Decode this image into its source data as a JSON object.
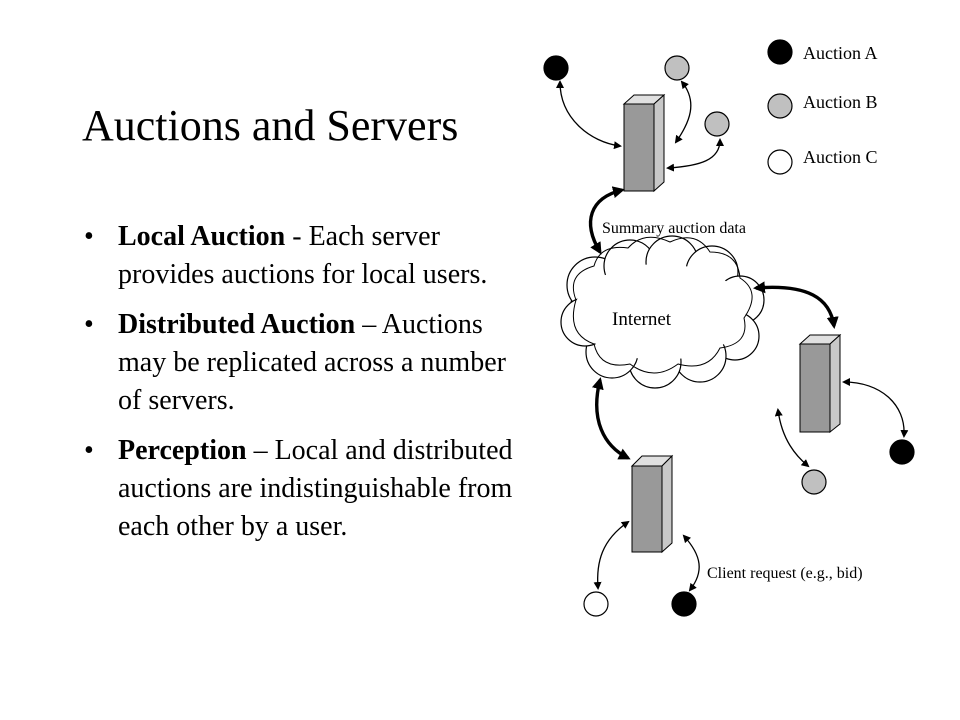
{
  "slide": {
    "title": "Auctions and Servers",
    "bullets": [
      {
        "term": "Local Auction",
        "sep": " - ",
        "text": "Each server provides auctions for local users."
      },
      {
        "term": "Distributed Auction",
        "sep": " – ",
        "text": "Auctions may be replicated across a number of servers."
      },
      {
        "term": "Perception",
        "sep": " – ",
        "text": "Local and distributed auctions are indistinguishable from each other by a user."
      }
    ]
  },
  "diagram": {
    "legend": [
      {
        "label": "Auction A",
        "color": "#000000"
      },
      {
        "label": "Auction B",
        "color": "#c0c0c0"
      },
      {
        "label": "Auction C",
        "color": "#ffffff"
      }
    ],
    "cloud_label": "Internet",
    "summary_label": "Summary auction data",
    "client_request_label": "Client request (e.g., bid)",
    "colors": {
      "server_front": "#999999",
      "server_side": "#c8c8c8",
      "server_top": "#e0e0e0"
    }
  }
}
